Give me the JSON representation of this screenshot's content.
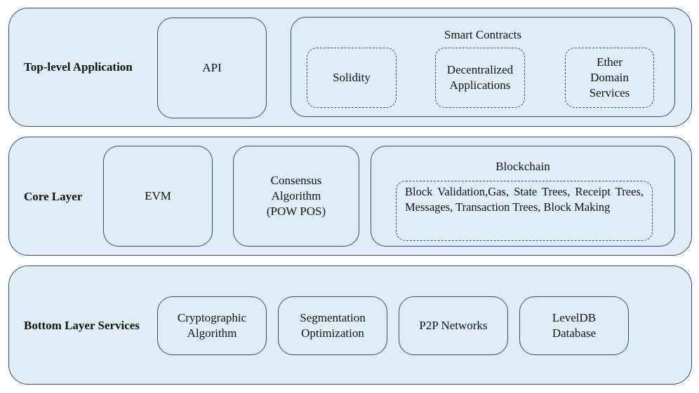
{
  "layers": {
    "top": {
      "label": "Top-level Application",
      "api": "API",
      "smart_contracts": {
        "title": "Smart Contracts",
        "items": [
          "Solidity",
          "Decentralized\nApplications",
          "Ether\nDomain\nServices"
        ]
      }
    },
    "core": {
      "label": "Core Layer",
      "evm": "EVM",
      "consensus": "Consensus\nAlgorithm\n(POW POS)",
      "blockchain": {
        "title": "Blockchain",
        "details": "Block Validation,Gas, State Trees, Receipt Trees, Messages, Transaction Trees, Block Making"
      }
    },
    "bottom": {
      "label": "Bottom Layer Services",
      "items": [
        "Cryptographic\nAlgorithm",
        "Segmentation\nOptimization",
        "P2P Networks",
        "LevelDB\nDatabase"
      ]
    }
  },
  "colors": {
    "fill": "#deedf6",
    "border": "#2f4f7a"
  }
}
